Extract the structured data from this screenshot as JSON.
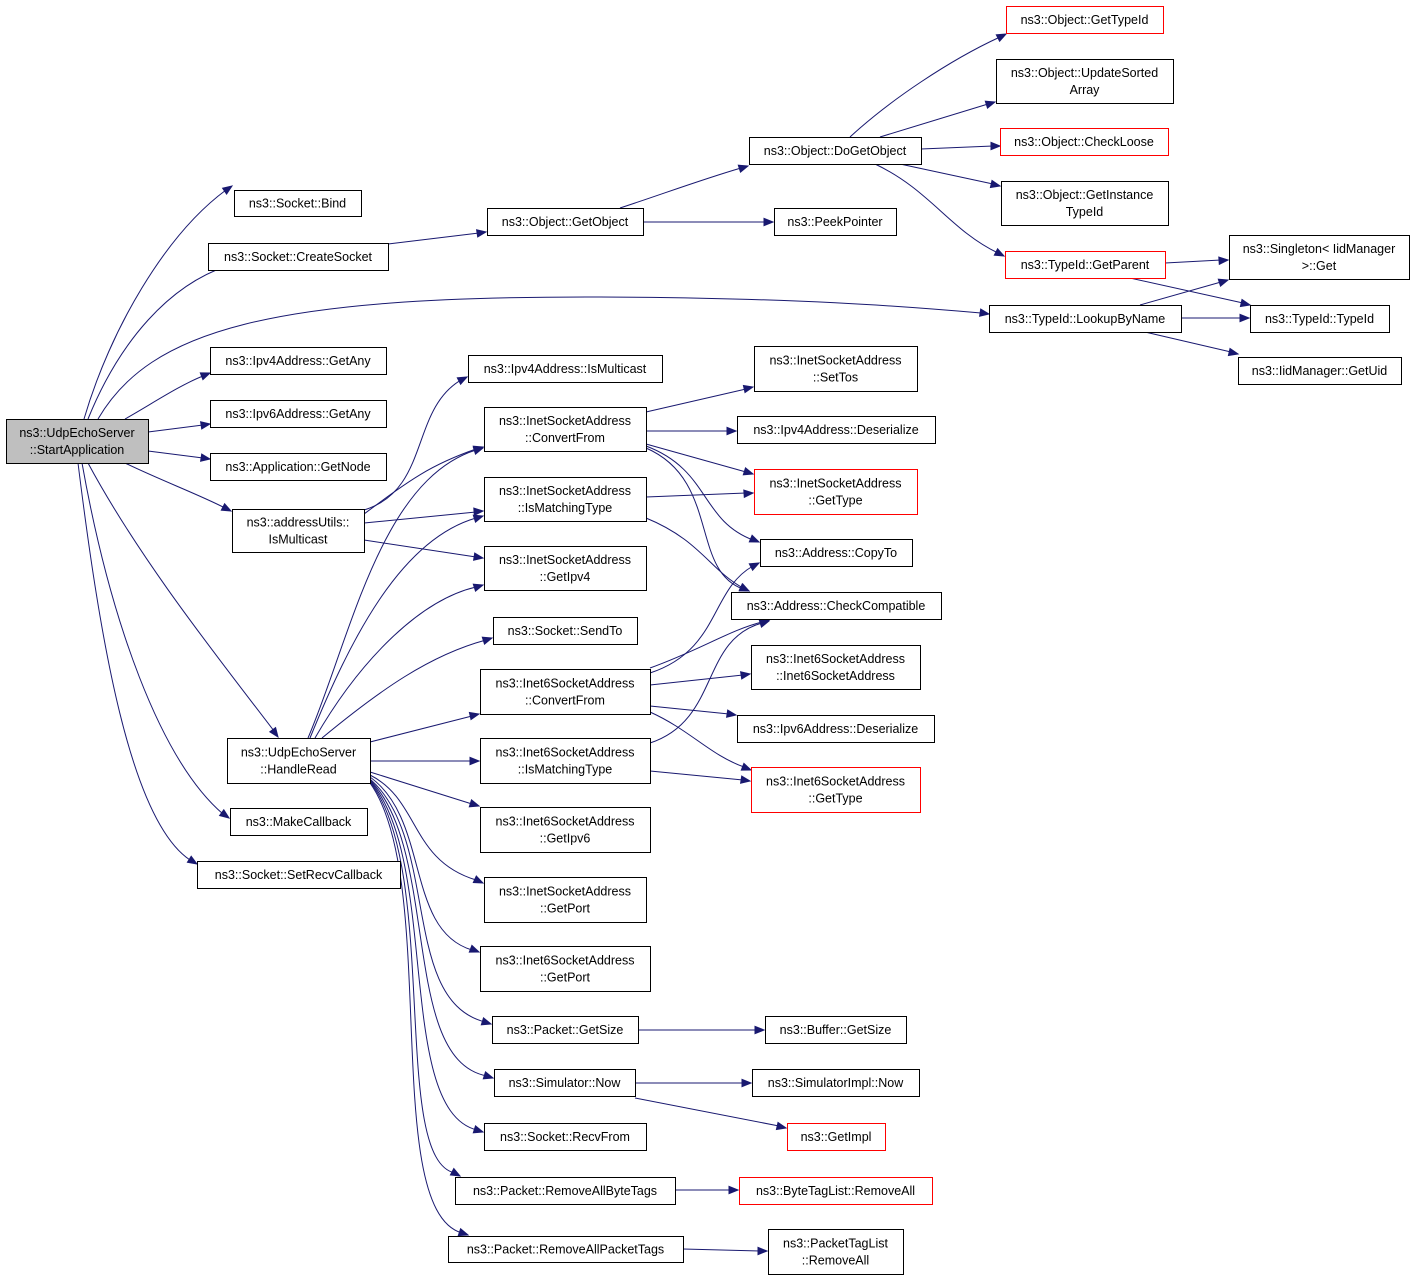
{
  "colors": {
    "edge": "#191970",
    "root_fill": "#bfbfbf",
    "node_fill": "#ffffff",
    "node_border": "#000000",
    "truncated_border": "#ff0000"
  },
  "nodes": [
    {
      "id": "start",
      "lines": [
        "ns3::UdpEchoServer",
        "::StartApplication"
      ],
      "root": true
    },
    {
      "id": "sock_bind",
      "lines": [
        "ns3::Socket::Bind"
      ]
    },
    {
      "id": "sock_create",
      "lines": [
        "ns3::Socket::CreateSocket"
      ]
    },
    {
      "id": "obj_getobj",
      "lines": [
        "ns3::Object::GetObject"
      ]
    },
    {
      "id": "peekptr",
      "lines": [
        "ns3::PeekPointer"
      ]
    },
    {
      "id": "obj_dogetobj",
      "lines": [
        "ns3::Object::DoGetObject"
      ]
    },
    {
      "id": "obj_gettypeid",
      "lines": [
        "ns3::Object::GetTypeId"
      ],
      "truncated": true
    },
    {
      "id": "obj_updsorted",
      "lines": [
        "ns3::Object::UpdateSorted",
        "Array"
      ]
    },
    {
      "id": "obj_checkloose",
      "lines": [
        "ns3::Object::CheckLoose"
      ],
      "truncated": true
    },
    {
      "id": "obj_getinst",
      "lines": [
        "ns3::Object::GetInstance",
        "TypeId"
      ]
    },
    {
      "id": "typeid_getparent",
      "lines": [
        "ns3::TypeId::GetParent"
      ],
      "truncated": true
    },
    {
      "id": "singleton_get",
      "lines": [
        "ns3::Singleton< IidManager",
        ">::Get"
      ]
    },
    {
      "id": "typeid_lookup",
      "lines": [
        "ns3::TypeId::LookupByName"
      ]
    },
    {
      "id": "typeid_typeid",
      "lines": [
        "ns3::TypeId::TypeId"
      ]
    },
    {
      "id": "iid_getuid",
      "lines": [
        "ns3::IidManager::GetUid"
      ]
    },
    {
      "id": "ipv4_getany",
      "lines": [
        "ns3::Ipv4Address::GetAny"
      ]
    },
    {
      "id": "ipv6_getany",
      "lines": [
        "ns3::Ipv6Address::GetAny"
      ]
    },
    {
      "id": "app_getnode",
      "lines": [
        "ns3::Application::GetNode"
      ]
    },
    {
      "id": "addr_ismc",
      "lines": [
        "ns3::addressUtils::",
        "IsMulticast"
      ]
    },
    {
      "id": "ipv4_ismc",
      "lines": [
        "ns3::Ipv4Address::IsMulticast"
      ]
    },
    {
      "id": "isa_convfrom",
      "lines": [
        "ns3::InetSocketAddress",
        "::ConvertFrom"
      ]
    },
    {
      "id": "isa_ismatch",
      "lines": [
        "ns3::InetSocketAddress",
        "::IsMatchingType"
      ]
    },
    {
      "id": "isa_getipv4",
      "lines": [
        "ns3::InetSocketAddress",
        "::GetIpv4"
      ]
    },
    {
      "id": "sock_sendto",
      "lines": [
        "ns3::Socket::SendTo"
      ]
    },
    {
      "id": "i6sa_convfrom",
      "lines": [
        "ns3::Inet6SocketAddress",
        "::ConvertFrom"
      ]
    },
    {
      "id": "i6sa_ismatch",
      "lines": [
        "ns3::Inet6SocketAddress",
        "::IsMatchingType"
      ]
    },
    {
      "id": "i6sa_getipv6",
      "lines": [
        "ns3::Inet6SocketAddress",
        "::GetIpv6"
      ]
    },
    {
      "id": "isa_getport",
      "lines": [
        "ns3::InetSocketAddress",
        "::GetPort"
      ]
    },
    {
      "id": "i6sa_getport",
      "lines": [
        "ns3::Inet6SocketAddress",
        "::GetPort"
      ]
    },
    {
      "id": "pkt_getsize",
      "lines": [
        "ns3::Packet::GetSize"
      ]
    },
    {
      "id": "sim_now",
      "lines": [
        "ns3::Simulator::Now"
      ]
    },
    {
      "id": "sock_recvfrom",
      "lines": [
        "ns3::Socket::RecvFrom"
      ]
    },
    {
      "id": "pkt_rmbyte",
      "lines": [
        "ns3::Packet::RemoveAllByteTags"
      ]
    },
    {
      "id": "pkt_rmpkt",
      "lines": [
        "ns3::Packet::RemoveAllPacketTags"
      ]
    },
    {
      "id": "ues_handleread",
      "lines": [
        "ns3::UdpEchoServer",
        "::HandleRead"
      ]
    },
    {
      "id": "makecallback",
      "lines": [
        "ns3::MakeCallback"
      ]
    },
    {
      "id": "sock_setrecv",
      "lines": [
        "ns3::Socket::SetRecvCallback"
      ]
    },
    {
      "id": "isa_settos",
      "lines": [
        "ns3::InetSocketAddress",
        "::SetTos"
      ]
    },
    {
      "id": "ipv4_deser",
      "lines": [
        "ns3::Ipv4Address::Deserialize"
      ]
    },
    {
      "id": "isa_gettype",
      "lines": [
        "ns3::InetSocketAddress",
        "::GetType"
      ],
      "truncated": true
    },
    {
      "id": "addr_copyto",
      "lines": [
        "ns3::Address::CopyTo"
      ]
    },
    {
      "id": "addr_checkcompat",
      "lines": [
        "ns3::Address::CheckCompatible"
      ]
    },
    {
      "id": "i6sa_ctor",
      "lines": [
        "ns3::Inet6SocketAddress",
        "::Inet6SocketAddress"
      ]
    },
    {
      "id": "ipv6_deser",
      "lines": [
        "ns3::Ipv6Address::Deserialize"
      ]
    },
    {
      "id": "i6sa_gettype",
      "lines": [
        "ns3::Inet6SocketAddress",
        "::GetType"
      ],
      "truncated": true
    },
    {
      "id": "buf_getsize",
      "lines": [
        "ns3::Buffer::GetSize"
      ]
    },
    {
      "id": "simimpl_now",
      "lines": [
        "ns3::SimulatorImpl::Now"
      ]
    },
    {
      "id": "getimpl",
      "lines": [
        "ns3::GetImpl"
      ],
      "truncated": true
    },
    {
      "id": "btl_rmall",
      "lines": [
        "ns3::ByteTagList::RemoveAll"
      ],
      "truncated": true
    },
    {
      "id": "ptl_rmall",
      "lines": [
        "ns3::PacketTagList",
        "::RemoveAll"
      ]
    }
  ]
}
